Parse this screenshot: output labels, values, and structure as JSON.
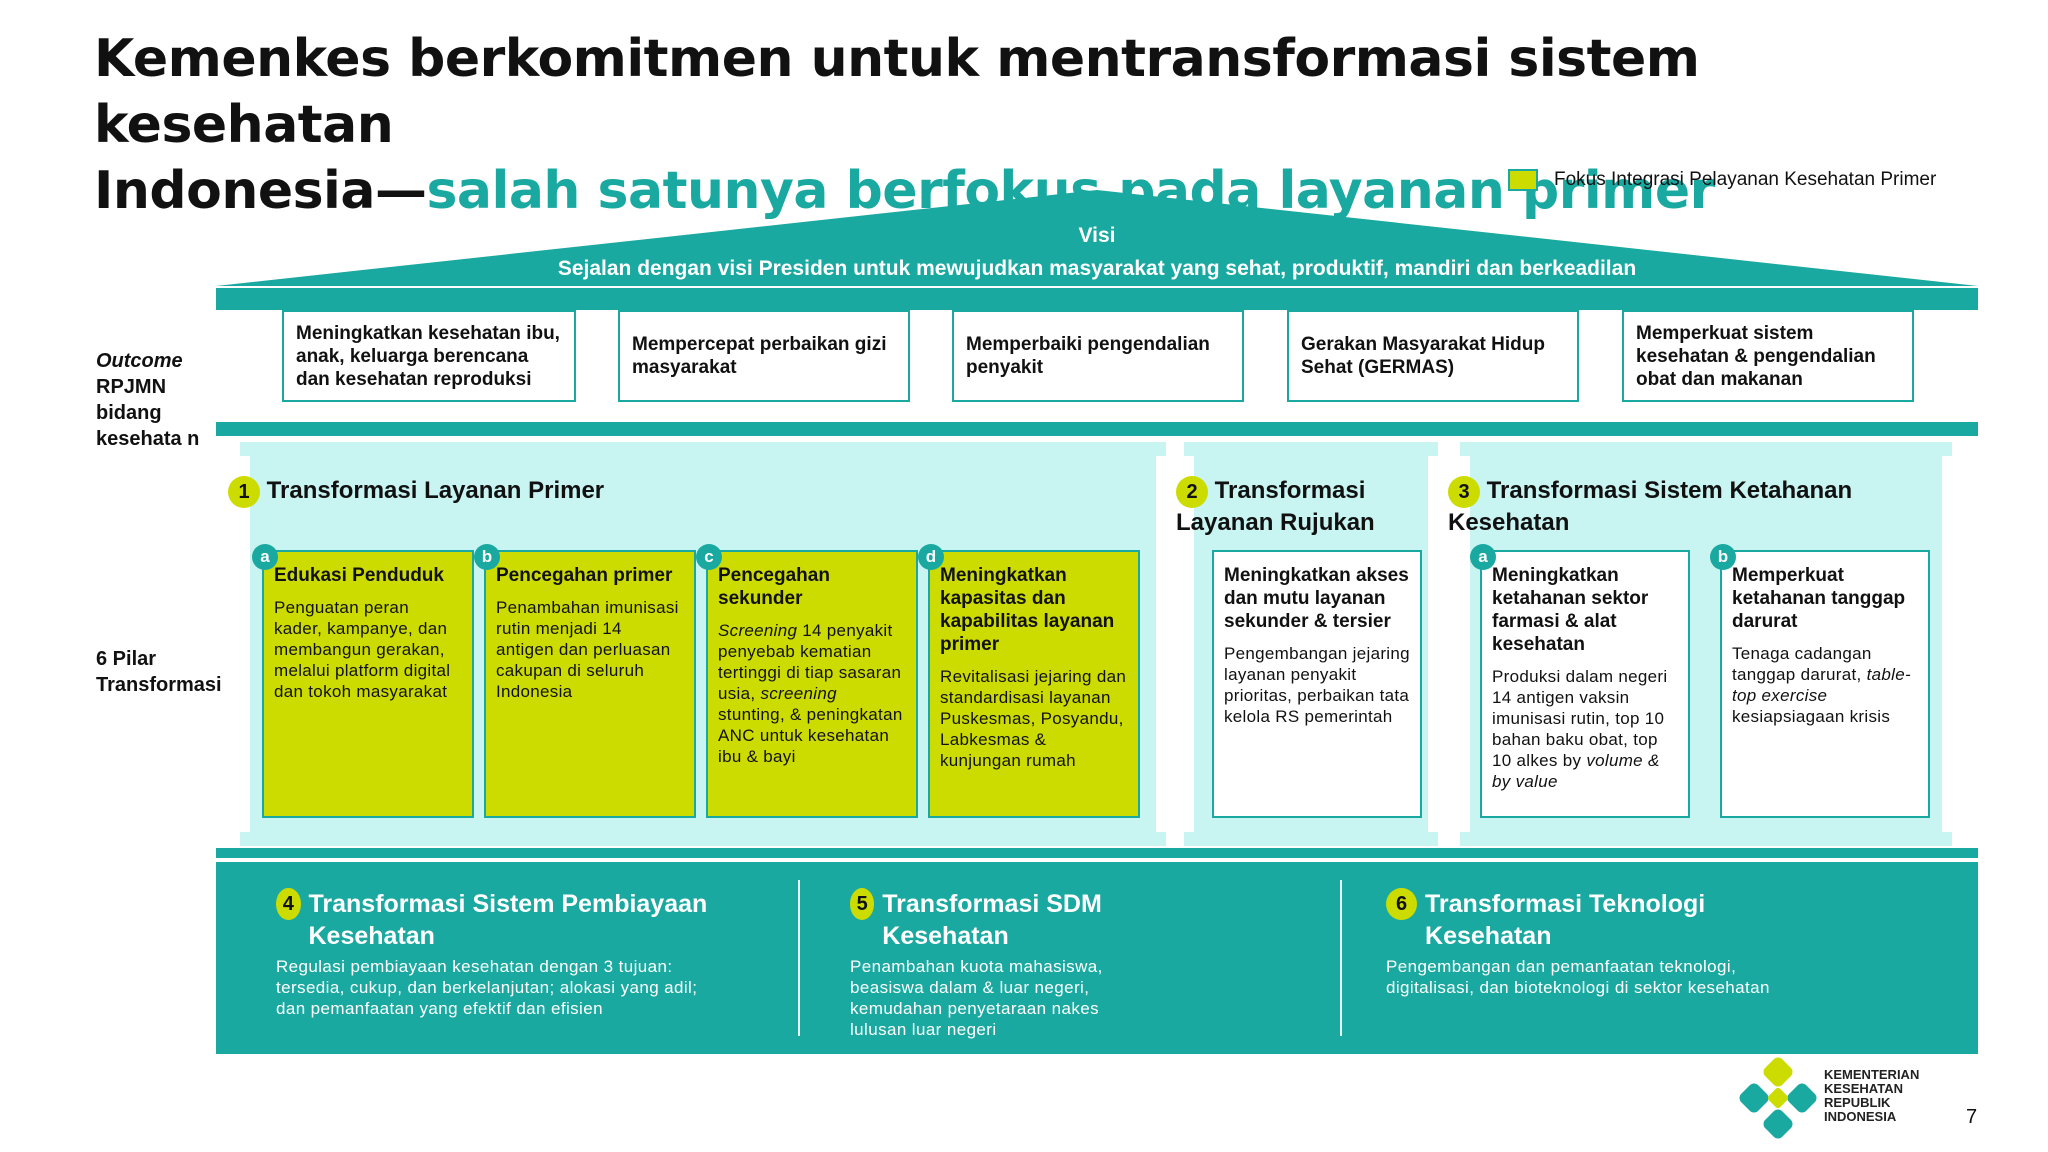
{
  "title": {
    "line1": "Kemenkes berkomitmen untuk mentransformasi sistem kesehatan",
    "line2_dark": "Indonesia—",
    "line2_accent": "salah satunya berfokus pada layanan primer"
  },
  "legend": {
    "label": "Fokus Integrasi Pelayanan Kesehatan Primer"
  },
  "vision": {
    "heading": "Visi",
    "text": "Sejalan dengan visi Presiden untuk mewujudkan masyarakat yang sehat,  produktif, mandiri dan berkeadilan"
  },
  "outcome": {
    "label_italic": "Outcome",
    "label_rest": "RPJMN bidang kesehata n",
    "boxes": [
      "Meningkatkan kesehatan ibu, anak, keluarga berencana dan  kesehatan reproduksi",
      "Mempercepat perbaikan gizi masyarakat",
      "Memperbaiki pengendalian penyakit",
      "Gerakan Masyarakat Hidup Sehat (GERMAS)",
      "Memperkuat sistem kesehatan & pengendalian obat dan  makanan"
    ]
  },
  "pilar_label": "6 Pilar Transformasi",
  "pillars": {
    "p1": {
      "num": "1",
      "title": "Transformasi Layanan Primer",
      "cards": [
        {
          "letter": "a",
          "title": "Edukasi Penduduk",
          "body": "Penguatan peran kader, kampanye, dan membangun gerakan, melalui platform digital dan tokoh masyarakat"
        },
        {
          "letter": "b",
          "title": "Pencegahan primer",
          "body": "Penambahan imunisasi rutin menjadi 14 antigen dan perluasan cakupan di seluruh Indonesia"
        },
        {
          "letter": "c",
          "title": "Pencegahan sekunder",
          "body_italic": "Screening",
          "body": " 14 penyakit penyebab kematian tertinggi di tiap sasaran usia, ",
          "body_italic2": "screening",
          "body_end": " stunting, & peningkatan ANC untuk kesehatan ibu & bayi"
        },
        {
          "letter": "d",
          "title": "Meningkatkan kapasitas dan kapabilitas layanan primer",
          "body": "Revitalisasi jejaring dan standardisasi layanan Puskesmas, Posyandu, Labkesmas & kunjungan rumah"
        }
      ]
    },
    "p2": {
      "num": "2",
      "title": "Transformasi Layanan Rujukan",
      "card": {
        "title": "Meningkatkan akses dan mutu layanan sekunder & tersier",
        "body": "Pengembangan jejaring layanan penyakit prioritas, perbaikan tata kelola RS pemerintah"
      }
    },
    "p3": {
      "num": "3",
      "title": "Transformasi Sistem Ketahanan Kesehatan",
      "cards": [
        {
          "letter": "a",
          "title": "Meningkatkan ketahanan sektor farmasi & alat kesehatan",
          "body": "Produksi dalam negeri 14 antigen vaksin imunisasi rutin, top 10 bahan baku obat, top 10 alkes by ",
          "body_italic": "volume & by value"
        },
        {
          "letter": "b",
          "title": "Memperkuat ketahanan tanggap darurat",
          "body": "Tenaga cadangan tanggap darurat, ",
          "body_italic": "table-top exercise",
          "body_end": " kesiapsiagaan krisis"
        }
      ]
    }
  },
  "bottom": [
    {
      "num": "4",
      "title": "Transformasi Sistem Pembiayaan Kesehatan",
      "body": "Regulasi pembiayaan kesehatan dengan 3 tujuan: tersedia, cukup, dan berkelanjutan;  alokasi yang adil; dan pemanfaatan yang  efektif dan efisien"
    },
    {
      "num": "5",
      "title": "Transformasi SDM Kesehatan",
      "body": "Penambahan kuota mahasiswa, beasiswa dalam & luar negeri, kemudahan penyetaraan nakes lulusan luar negeri"
    },
    {
      "num": "6",
      "title": "Transformasi Teknologi Kesehatan",
      "body": "Pengembangan dan pemanfaatan teknologi, digitalisasi, dan bioteknologi di sektor kesehatan"
    }
  ],
  "logo": {
    "lines": [
      "KEMENTERIAN",
      "KESEHATAN",
      "REPUBLIK",
      "INDONESIA"
    ]
  },
  "page_number": "7",
  "colors": {
    "teal": "#1aa9a0",
    "lime": "#cddc00",
    "pale": "#c8f4f1"
  }
}
